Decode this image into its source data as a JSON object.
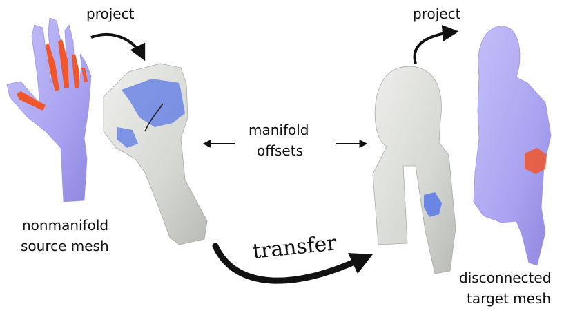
{
  "labels": {
    "project_left": "project",
    "project_right": "project",
    "manifold_line1": "manifold",
    "manifold_line2": "offsets",
    "source_line1": "nonmanifold",
    "source_line2": "source mesh",
    "transfer": "transfer",
    "target_line1": "disconnected",
    "target_line2": "target mesh"
  },
  "colors": {
    "source_mesh": "#a9a4f0",
    "target_mesh": "#aaa3f2",
    "offset_mesh": "#d8dad6",
    "orange_points": "#f0562c",
    "blue_points": "#5b78e6",
    "arrow": "#111111"
  }
}
